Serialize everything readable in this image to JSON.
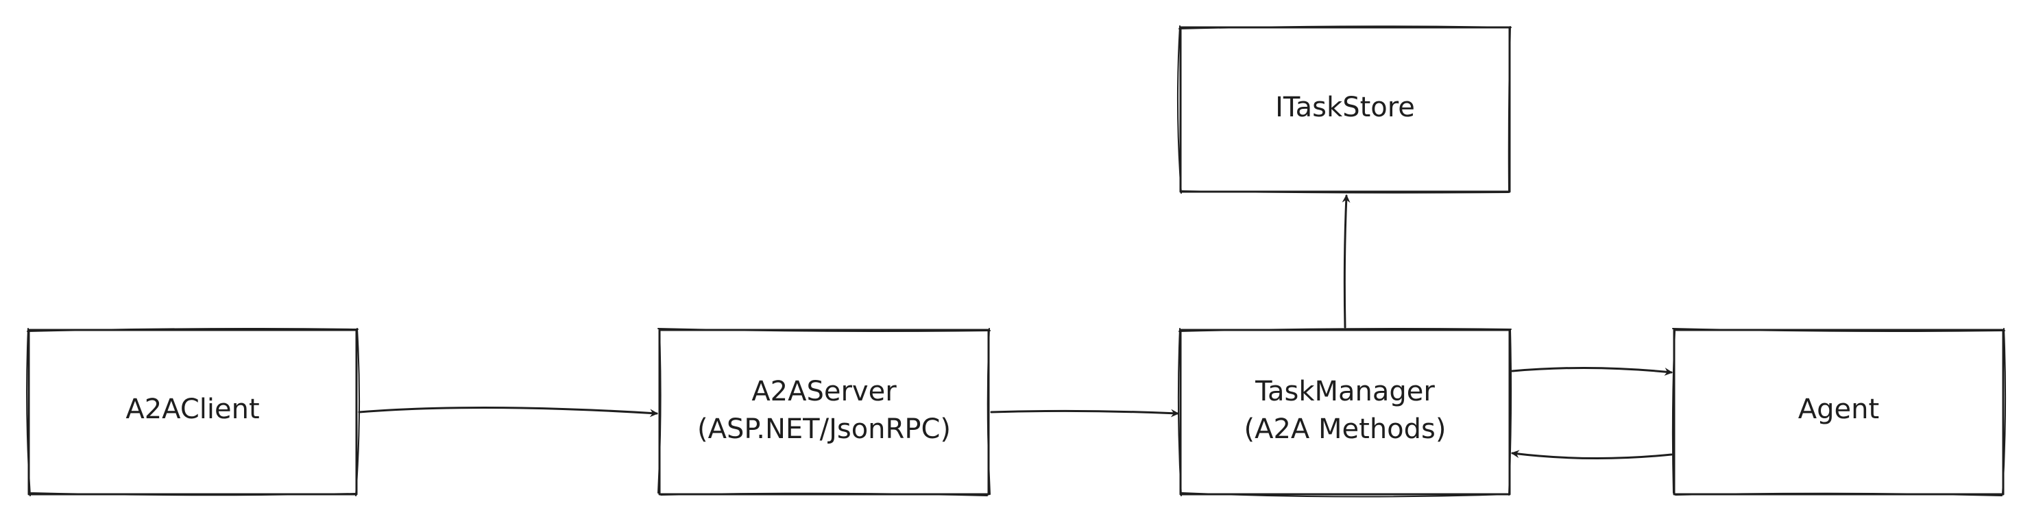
{
  "diagram": {
    "nodes": [
      {
        "id": "a2a-client",
        "lines": [
          "A2AClient"
        ]
      },
      {
        "id": "a2a-server",
        "lines": [
          "A2AServer",
          "(ASP.NET/JsonRPC)"
        ]
      },
      {
        "id": "task-manager",
        "lines": [
          "TaskManager",
          "(A2A Methods)"
        ]
      },
      {
        "id": "itask-store",
        "lines": [
          "ITaskStore"
        ]
      },
      {
        "id": "agent",
        "lines": [
          "Agent"
        ]
      }
    ],
    "edges": [
      {
        "from": "a2a-client",
        "to": "a2a-server"
      },
      {
        "from": "a2a-server",
        "to": "task-manager"
      },
      {
        "from": "task-manager",
        "to": "itask-store"
      },
      {
        "from": "task-manager",
        "to": "agent"
      },
      {
        "from": "agent",
        "to": "task-manager"
      }
    ]
  },
  "colors": {
    "stroke": "#1e1e1e",
    "background": "#ffffff"
  }
}
